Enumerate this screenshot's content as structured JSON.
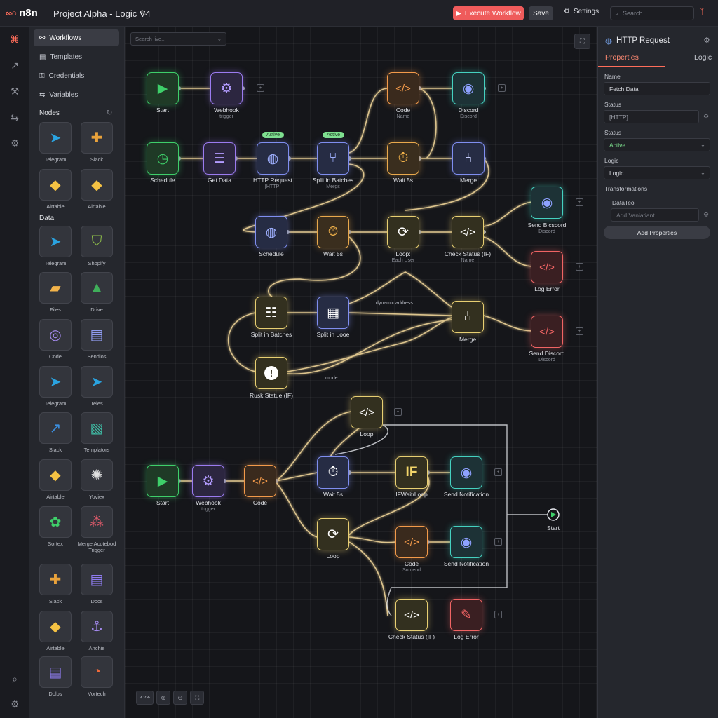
{
  "app": {
    "logo_text": "n8n",
    "project_title": "Project Alpha - Logic V4"
  },
  "topbar": {
    "execute_label": "Execute Workflow",
    "save_label": "Save",
    "settings_label": "Settings",
    "search_placeholder": "Search"
  },
  "sidebar": {
    "nav": [
      {
        "label": "Workflows",
        "icon": "workflows-icon"
      },
      {
        "label": "Templates",
        "icon": "templates-icon"
      },
      {
        "label": "Credentials",
        "icon": "key-icon"
      },
      {
        "label": "Variables",
        "icon": "variables-icon"
      }
    ],
    "nodes_heading": "Nodes",
    "data_heading": "Data",
    "tiles": [
      {
        "label": "Telegram",
        "icon": "telegram-icon"
      },
      {
        "label": "Slack",
        "icon": "slack-icon"
      },
      {
        "label": "Airtable",
        "icon": "airtable-icon"
      },
      {
        "label": "Airtable",
        "icon": "airtable-icon"
      },
      {
        "label": "Telegram",
        "icon": "telegram-icon"
      },
      {
        "label": "Shopify",
        "icon": "shopify-icon"
      },
      {
        "label": "Files",
        "icon": "folder-icon"
      },
      {
        "label": "Drive",
        "icon": "drive-icon"
      },
      {
        "label": "Code",
        "icon": "code-icon"
      },
      {
        "label": "Sendios",
        "icon": "document-icon"
      },
      {
        "label": "Telegram",
        "icon": "telegram-icon"
      },
      {
        "label": "Teles",
        "icon": "telegram-icon"
      },
      {
        "label": "Slack",
        "icon": "chart-icon"
      },
      {
        "label": "Templators",
        "icon": "image-icon"
      },
      {
        "label": "Airtable",
        "icon": "airtable-icon"
      },
      {
        "label": "Yoviex",
        "icon": "openai-icon"
      },
      {
        "label": "Sortex",
        "icon": "sortex-icon"
      },
      {
        "label": "Merge Acotebod Trigger",
        "icon": "merge-icon"
      },
      {
        "label": "Slack",
        "icon": "slack-icon"
      },
      {
        "label": "Docs",
        "icon": "docs-icon"
      },
      {
        "label": "Airtable",
        "icon": "airtable-icon"
      },
      {
        "label": "Anchie",
        "icon": "anchor-icon"
      },
      {
        "label": "Dolos",
        "icon": "docs-icon"
      },
      {
        "label": "Vortech",
        "icon": "vortech-icon"
      }
    ]
  },
  "canvas": {
    "search_placeholder": "Search live...",
    "connection_labels": {
      "dynamic": "dynamic address",
      "mode": "mode"
    },
    "badges": {
      "active1": "Active",
      "active2": "Active"
    },
    "nodes": {
      "start1": {
        "label": "Start"
      },
      "webhook1": {
        "label": "Webhook",
        "sub": "trigger"
      },
      "code1": {
        "label": "Code",
        "sub": "Name"
      },
      "discord1": {
        "label": "Discord",
        "sub": "Discord"
      },
      "schedule1": {
        "label": "Schedule"
      },
      "getdata": {
        "label": "Get Data"
      },
      "http1": {
        "label": "HTTP Request",
        "sub": "[HTTP]"
      },
      "split1": {
        "label": "Split in Batches",
        "sub": "Mergs"
      },
      "wait1": {
        "label": "Wait 5s"
      },
      "merge1": {
        "label": "Merge"
      },
      "schedule2": {
        "label": "Schedule"
      },
      "wait2": {
        "label": "Wait 5s"
      },
      "loop1": {
        "label": "Loop:",
        "sub": "Each User"
      },
      "check1": {
        "label": "Check Status (IF)",
        "sub": "Name"
      },
      "senddisc1": {
        "label": "Send Bicscord",
        "sub": "Discord"
      },
      "logerr1": {
        "label": "Log Error"
      },
      "split2": {
        "label": "Split in Batches"
      },
      "split3": {
        "label": "Split in Looe"
      },
      "merge2": {
        "label": "Merge"
      },
      "senddisc2": {
        "label": "Send Discord",
        "sub": "Discord"
      },
      "rusk": {
        "label": "Rusk Statue (IF)"
      },
      "loop2": {
        "label": "Loop"
      },
      "start2": {
        "label": "Start"
      },
      "webhook2": {
        "label": "Webhook",
        "sub": "trigger"
      },
      "code2": {
        "label": "Code"
      },
      "wait3": {
        "label": "Wait 5s"
      },
      "ifwait": {
        "label": "IFWait/Loop",
        "glyph": "IF"
      },
      "sendnotif1": {
        "label": "Send Notification"
      },
      "start3": {
        "label": "Start"
      },
      "loop3": {
        "label": "Loop"
      },
      "code3": {
        "label": "Code",
        "sub": "Somend"
      },
      "sendnotif2": {
        "label": "Send Notification"
      },
      "check2": {
        "label": "Check Status (IF)"
      },
      "logerr2": {
        "label": "Log Error"
      }
    }
  },
  "panel": {
    "title": "HTTP Request",
    "tabs": [
      {
        "label": "Properties",
        "active": true
      },
      {
        "label": "Logic",
        "active": false
      }
    ],
    "name_label": "Name",
    "name_value": "Fetch Data",
    "status_label1": "Status",
    "status_value1": "[HTTP]",
    "status_label2": "Status",
    "status_value2": "Active",
    "logic_label": "Logic",
    "logic_value": "Logic",
    "transform_label": "Transformations",
    "data_label": "DataTeo",
    "variant_placeholder": "Add Vaniatiant",
    "add_button": "Add Properties"
  },
  "colors": {
    "accent": "#ff6d5a",
    "active_green": "#7ee08f",
    "connection": "#f2d79a"
  }
}
